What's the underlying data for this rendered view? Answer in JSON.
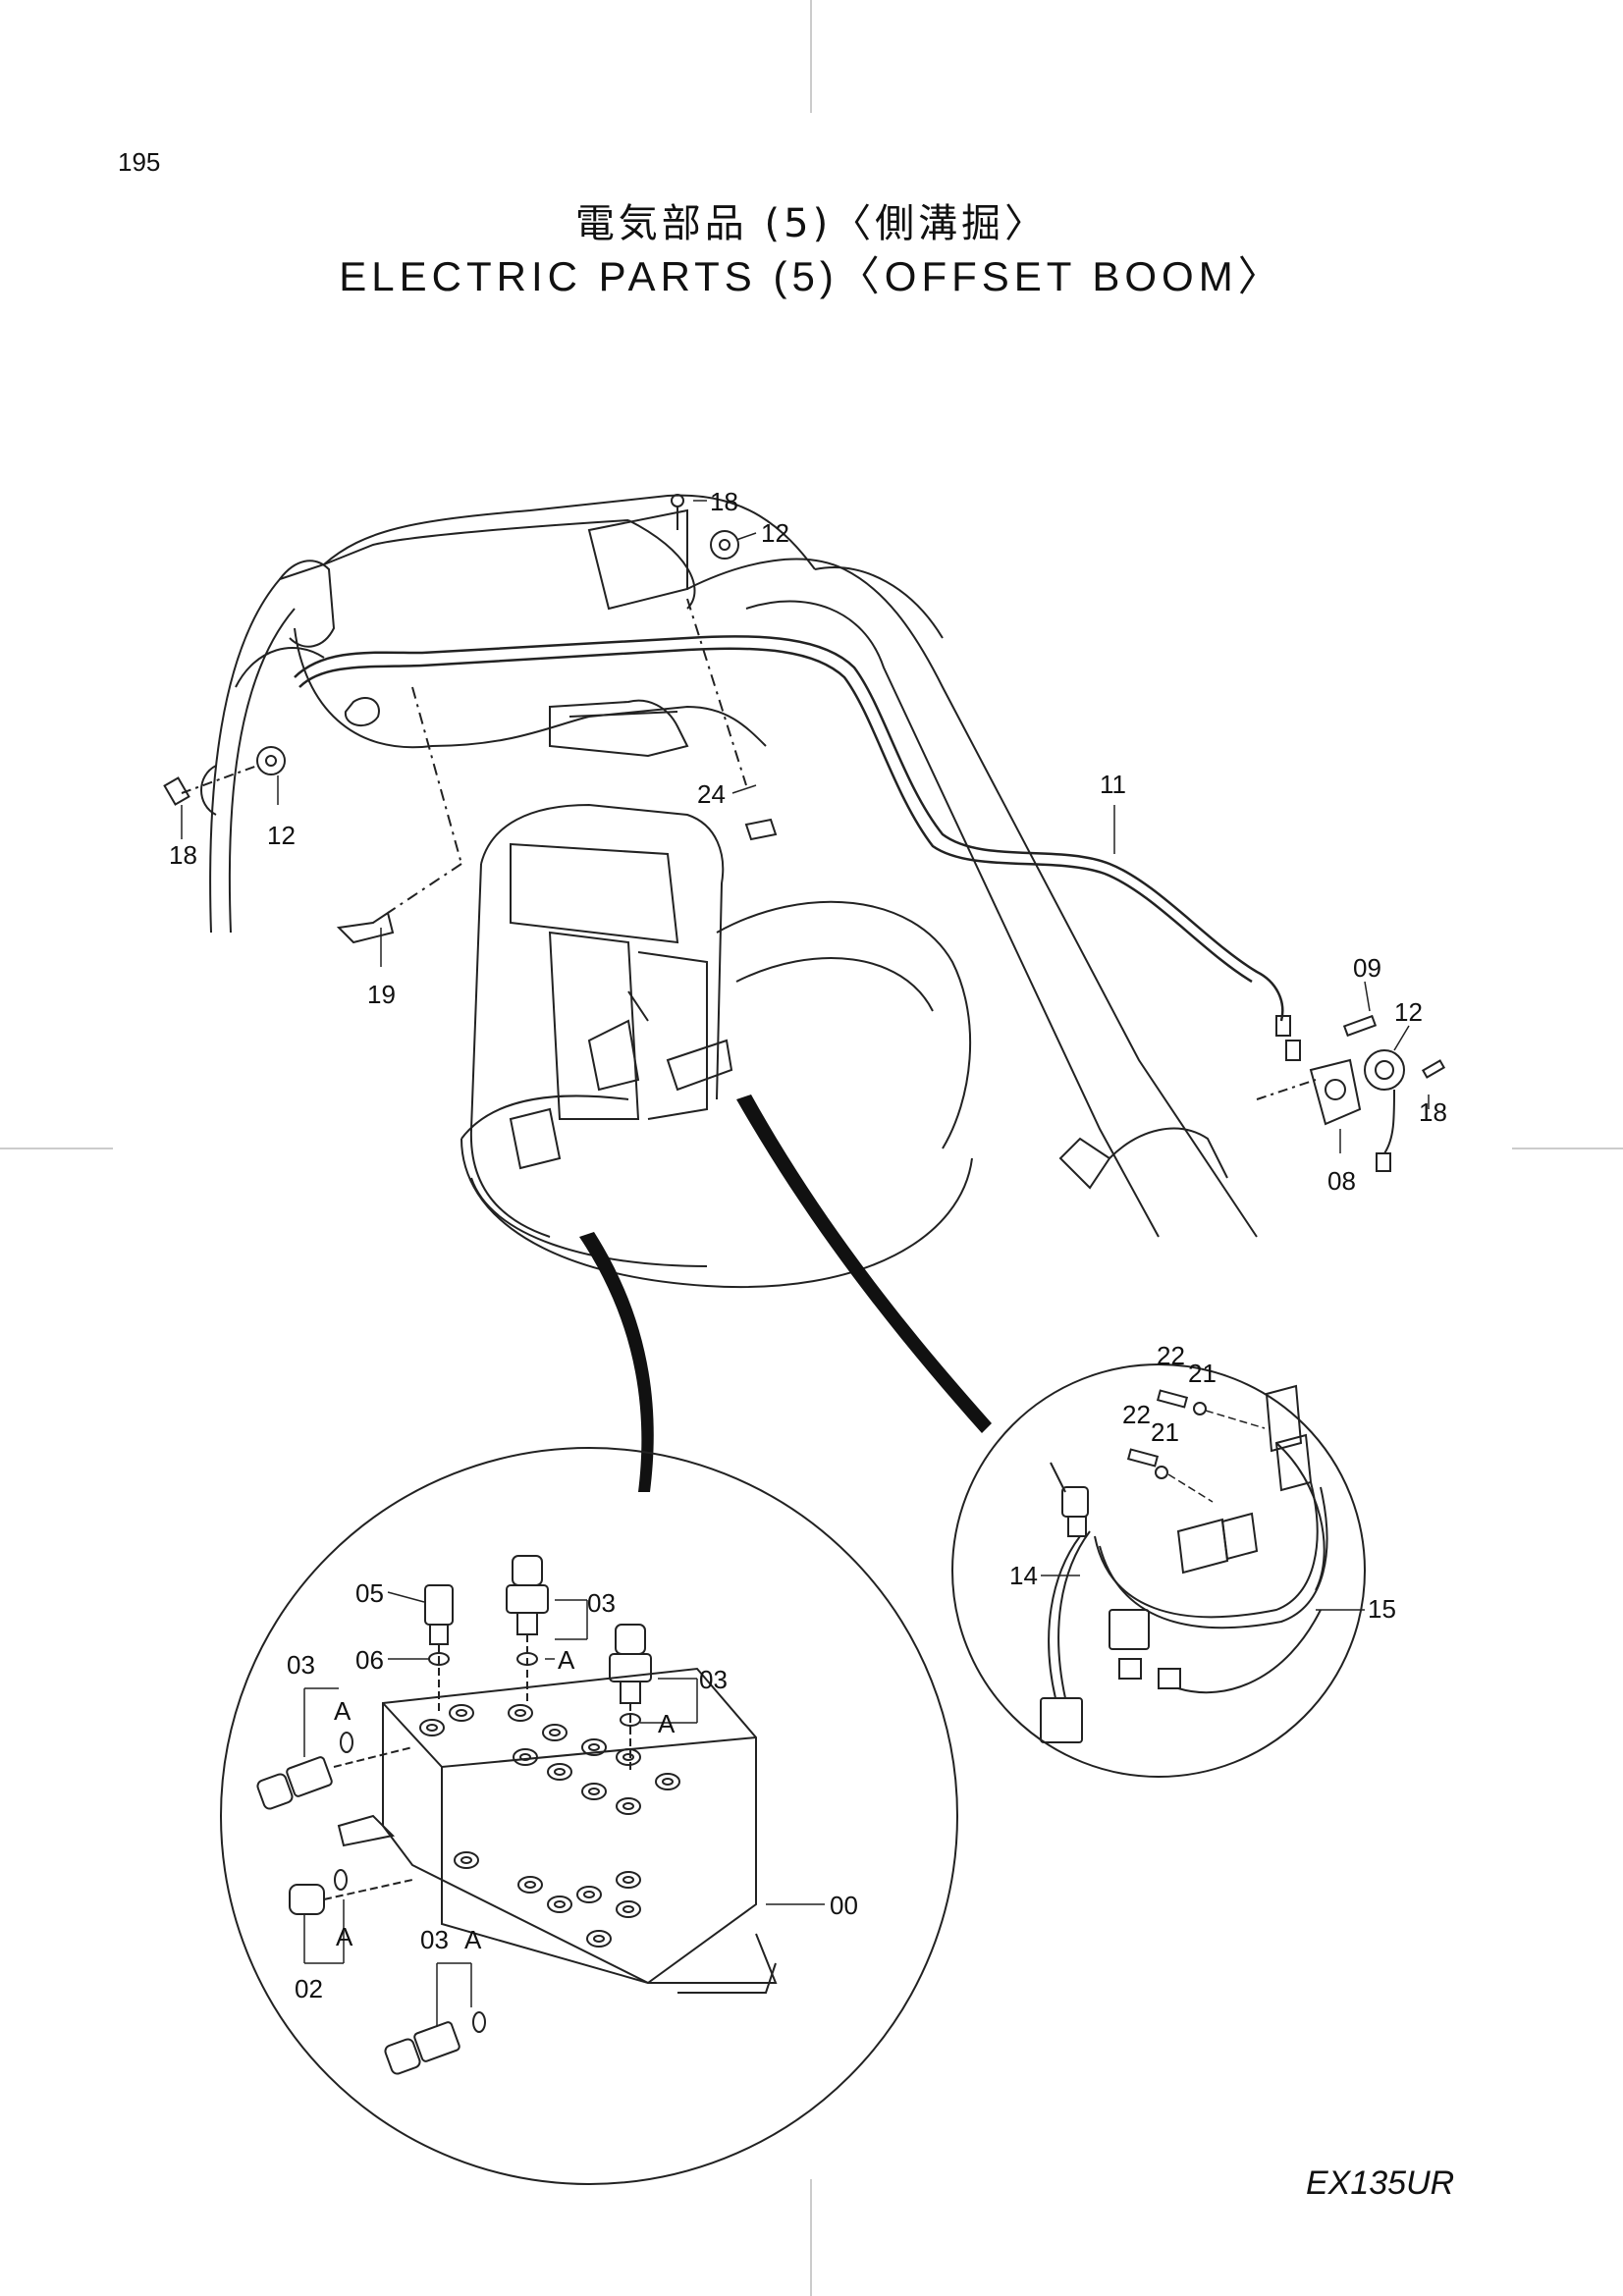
{
  "page_number": "195",
  "title_jp": "電気部品 (5)〈側溝掘〉",
  "title_en": "ELECTRIC PARTS (5)〈OFFSET BOOM〉",
  "model": "EX135UR",
  "callouts": {
    "c18_top": "18",
    "c12_top": "12",
    "c18_left": "18",
    "c12_left": "12",
    "c24": "24",
    "c19": "19",
    "c11": "11",
    "c09": "09",
    "c12_right": "12",
    "c18_right": "18",
    "c08": "08",
    "c22_a": "22",
    "c21_a": "21",
    "c22_b": "22",
    "c21_b": "21",
    "c14": "14",
    "c15": "15",
    "c05": "05",
    "c03_a": "03",
    "c06": "06",
    "cA_a": "A",
    "c03_b": "03",
    "cA_b": "A",
    "c03_left": "03",
    "cA_left": "A",
    "cA_02": "A",
    "c02": "02",
    "c03_bottom": "03",
    "cA_bottom": "A",
    "c00": "00"
  }
}
